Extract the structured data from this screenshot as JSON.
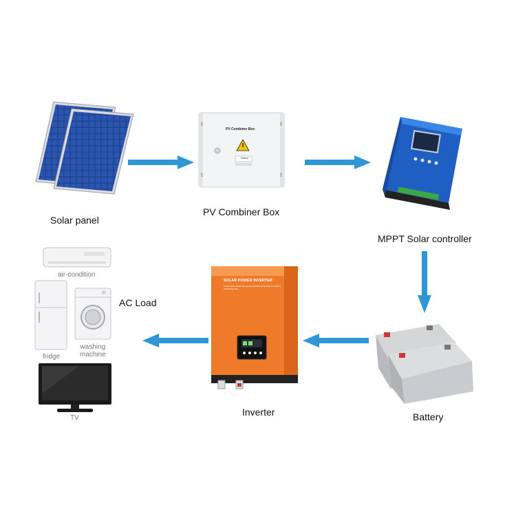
{
  "labels": {
    "solar_panel": "Solar panel",
    "combiner_box": "PV  Combiner  Box",
    "mppt": "MPPT Solar controller",
    "battery": "Battery",
    "inverter": "Inverter",
    "ac_load": "AC Load"
  },
  "combiner": {
    "title": "PV Combiner Box",
    "notice": "Notice"
  },
  "inverter_device": {
    "brand": "SOLAR POWER INVERTER",
    "subtitle": "PURE SINE WAVE SOLAR INVERTER WITH BUILT-IN MPPT CONTROLLER"
  },
  "appliances": {
    "air_conditioner": "air-condition",
    "fridge": "fridge",
    "washing_machine": "washing\nmachine",
    "tv": "TV"
  },
  "colors": {
    "arrow": "#2f97d8",
    "inverter_orange": "#ef7a2a",
    "controller_blue": "#2a6fd1",
    "panel_blue": "#1f3f8f"
  }
}
